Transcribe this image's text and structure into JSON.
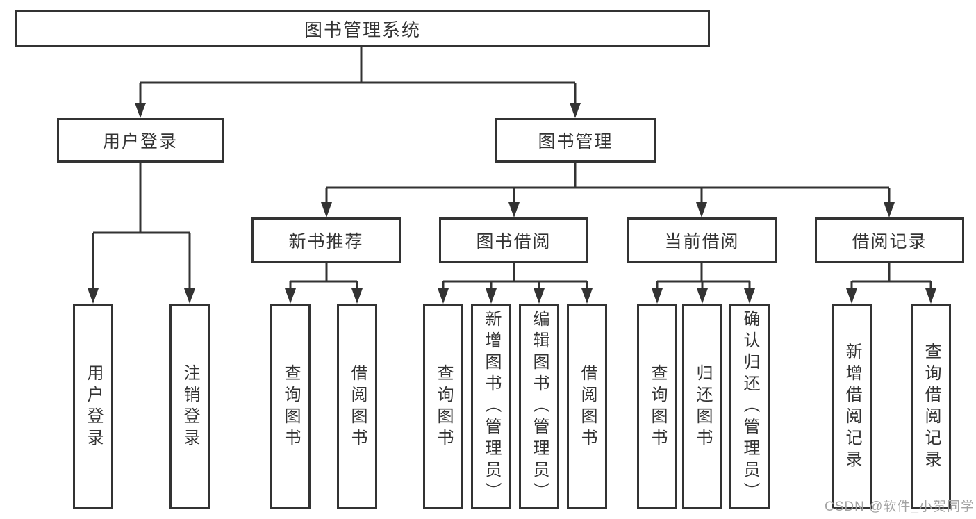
{
  "colors": {
    "line": "#333333",
    "box_border": "#333333",
    "text": "#333333",
    "background": "#ffffff",
    "watermark": "#a3a3a3"
  },
  "nodes": {
    "root": {
      "label": "图书管理系统"
    },
    "user_login": {
      "label": "用户登录"
    },
    "book_management": {
      "label": "图书管理"
    },
    "new_book_recommend": {
      "label": "新书推荐"
    },
    "book_borrowing": {
      "label": "图书借阅"
    },
    "current_borrowing": {
      "label": "当前借阅"
    },
    "borrowing_records": {
      "label": "借阅记录"
    },
    "leaf_user_login": {
      "label": "用户登录"
    },
    "leaf_logout": {
      "label": "注销登录"
    },
    "leaf_rec_query_books": {
      "label": "查询图书"
    },
    "leaf_rec_borrow_books": {
      "label": "借阅图书"
    },
    "leaf_bb_query_books": {
      "label": "查询图书"
    },
    "leaf_bb_add_books": {
      "label": "新增图书（管理员）"
    },
    "leaf_bb_edit_books": {
      "label": "编辑图书（管理员）"
    },
    "leaf_bb_borrow_books": {
      "label": "借阅图书"
    },
    "leaf_cb_query_books": {
      "label": "查询图书"
    },
    "leaf_cb_return_books": {
      "label": "归还图书"
    },
    "leaf_cb_confirm_return": {
      "label": "确认归还（管理员）"
    },
    "leaf_br_add_record": {
      "label": "新增借阅记录"
    },
    "leaf_br_query_record": {
      "label": "查询借阅记录"
    }
  },
  "watermark": {
    "text": "CSDN @软件_小贺同学"
  }
}
